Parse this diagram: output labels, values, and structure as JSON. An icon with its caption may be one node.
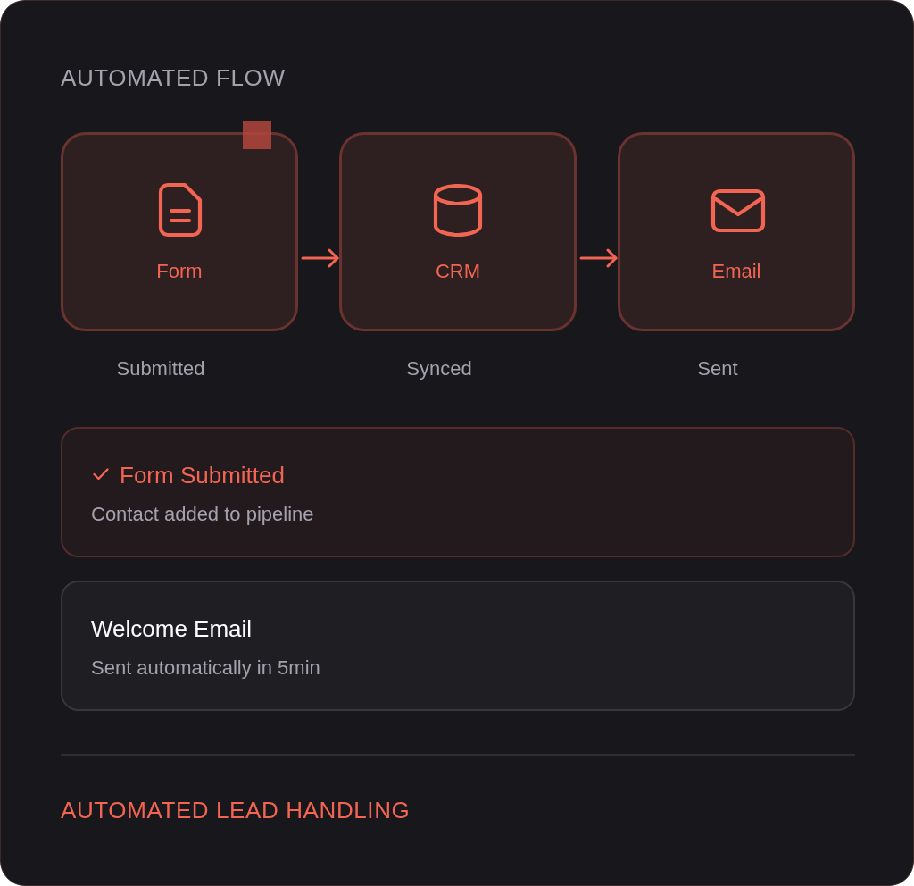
{
  "diagram": {
    "title": "AUTOMATED FLOW",
    "nodes": [
      {
        "text": [
          "Form"
        ],
        "beside": [
          "Submitted"
        ]
      },
      {
        "text": [
          "CRM"
        ],
        "beside": [
          "Synced"
        ]
      },
      {
        "text": [
          "Email"
        ],
        "beside": [
          "Sent"
        ]
      },
      {
        "text": [
          "Form Submitted",
          "Contact added to pipeline"
        ]
      },
      {
        "text": [
          "Welcome Email",
          "Sent automatically in 5min"
        ]
      }
    ],
    "edges": [
      {
        "from": 0,
        "to": 1,
        "arrow": "to"
      },
      {
        "from": 1,
        "to": 2,
        "arrow": "to"
      }
    ],
    "caption": "AUTOMATED LEAD HANDLING"
  }
}
